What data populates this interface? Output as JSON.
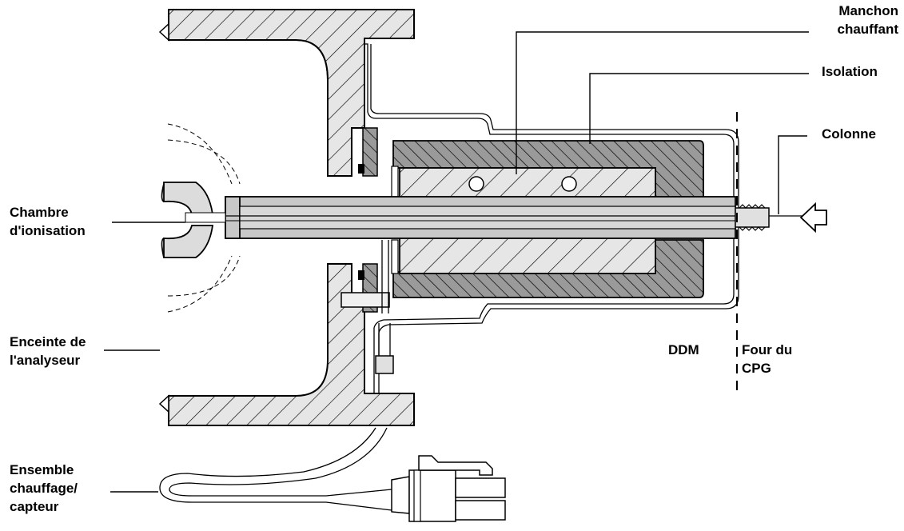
{
  "labels": {
    "manchon_line1": "Manchon",
    "manchon_line2": "chauffant",
    "isolation": "Isolation",
    "colonne": "Colonne",
    "chambre_line1": "Chambre",
    "chambre_line2": "d'ionisation",
    "enceinte_line1": "Enceinte de",
    "enceinte_line2": "l'analyseur",
    "ddm": "DDM",
    "four_line1": "Four du",
    "four_line2": "CPG",
    "ensemble_line1": "Ensemble",
    "ensemble_line2": "chauffage/",
    "ensemble_line3": "capteur"
  }
}
